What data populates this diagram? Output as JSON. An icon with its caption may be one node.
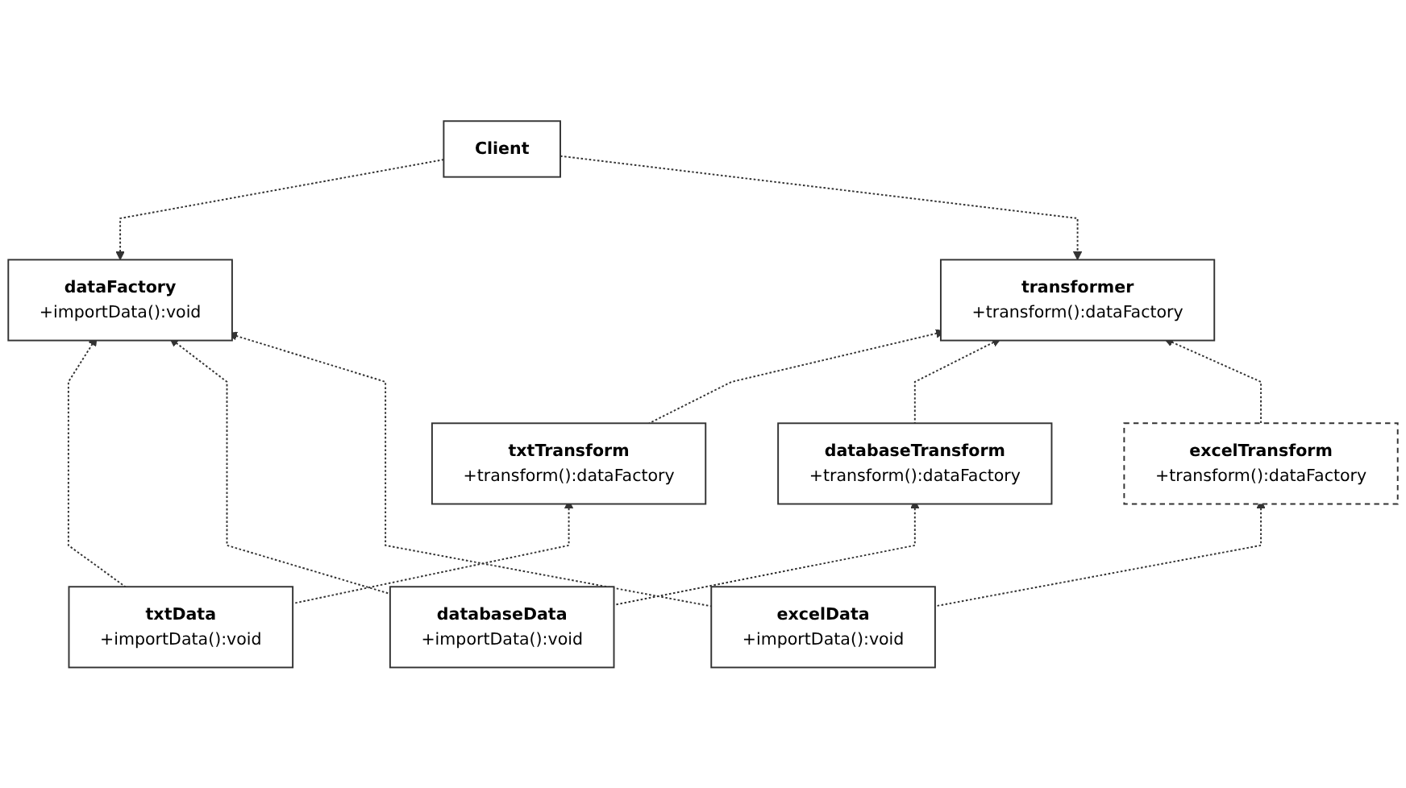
{
  "diagram": {
    "nodes": [
      {
        "text": [
          "Client"
        ]
      },
      {
        "text": [
          "dataFactory",
          "+importData():void"
        ]
      },
      {
        "text": [
          "transformer",
          "+transform():dataFactory"
        ]
      },
      {
        "text": [
          "txtTransform",
          "+transform():dataFactory"
        ]
      },
      {
        "text": [
          "databaseTransform",
          "+transform():dataFactory"
        ]
      },
      {
        "text": [
          "excelTransform",
          "+transform():dataFactory"
        ]
      },
      {
        "text": [
          "txtData",
          "+importData():void"
        ]
      },
      {
        "text": [
          "databaseData",
          "+importData():void"
        ]
      },
      {
        "text": [
          "excelData",
          "+importData():void"
        ]
      }
    ],
    "edges": [
      {
        "from": 0,
        "to": 1,
        "arrow": "to",
        "style": "dashed"
      },
      {
        "from": 0,
        "to": 2,
        "arrow": "to",
        "style": "dashed"
      },
      {
        "from": 6,
        "to": 1,
        "arrow": "to",
        "style": "dashed"
      },
      {
        "from": 7,
        "to": 1,
        "arrow": "to",
        "style": "dashed"
      },
      {
        "from": 8,
        "to": 1,
        "arrow": "to",
        "style": "dashed"
      },
      {
        "from": 3,
        "to": 2,
        "arrow": "to",
        "style": "dashed"
      },
      {
        "from": 4,
        "to": 2,
        "arrow": "to",
        "style": "dashed"
      },
      {
        "from": 5,
        "to": 2,
        "arrow": "to",
        "style": "dashed"
      },
      {
        "from": 6,
        "to": 3,
        "arrow": "to",
        "style": "dashed"
      },
      {
        "from": 7,
        "to": 4,
        "arrow": "to",
        "style": "dashed"
      },
      {
        "from": 8,
        "to": 5,
        "arrow": "to",
        "style": "dashed"
      }
    ]
  }
}
